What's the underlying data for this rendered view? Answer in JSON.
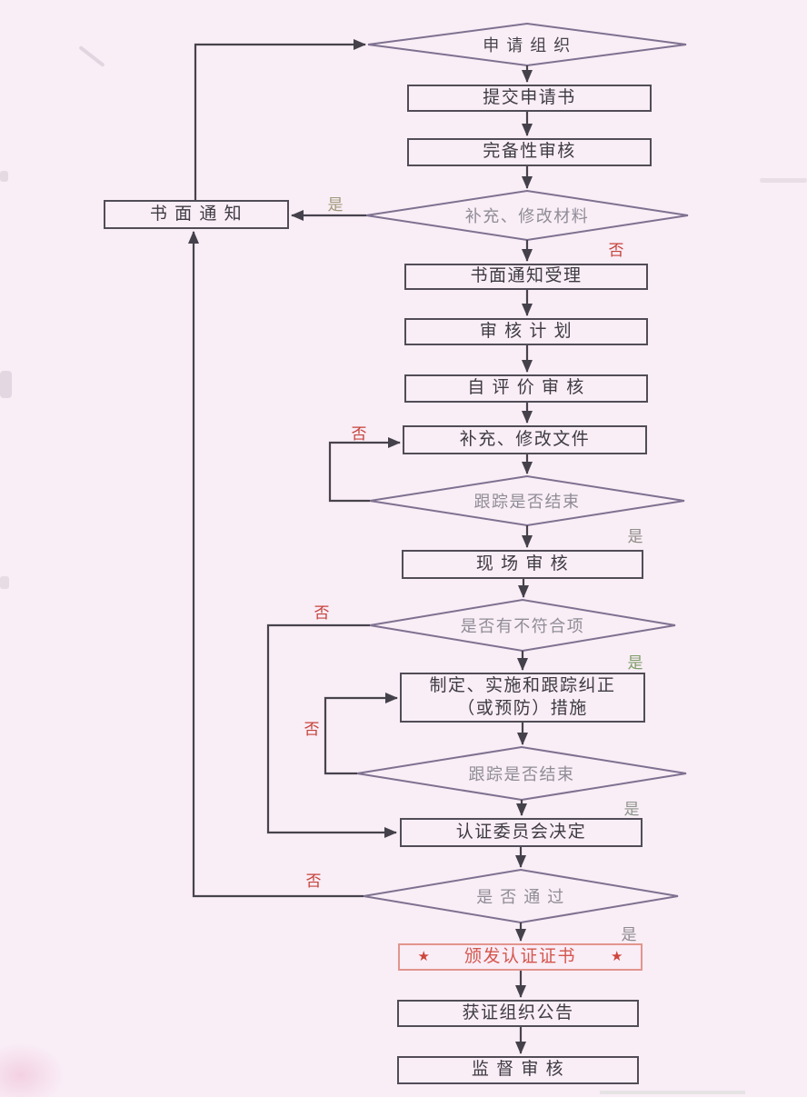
{
  "page": {
    "background": "#f9edf6",
    "connector_color": "#47434d",
    "diamond_border_color": "#7e7190",
    "box_border_color": "#514d57",
    "box_text_color": "#3e3b43",
    "diamond_text_color": "#8f8d96",
    "certificate_border_color": "#e2958d",
    "certificate_text_color": "#d4564c",
    "no_label_color": "#c5443c"
  },
  "nodes": {
    "apply_org": {
      "label": "申 请 组 织"
    },
    "submit_application": {
      "label": "提交申请书"
    },
    "completeness_review": {
      "label": "完备性审核"
    },
    "supplement_materials": {
      "label": "补充、修改材料"
    },
    "written_notice": {
      "label": "书 面 通 知"
    },
    "acceptance_notice": {
      "label": "书面通知受理"
    },
    "audit_plan": {
      "label": "审 核 计 划"
    },
    "self_evaluation_audit": {
      "label": "自 评 价 审 核"
    },
    "supplement_documents": {
      "label": "补充、修改文件"
    },
    "tracking_finished_1": {
      "label": "跟踪是否结束"
    },
    "onsite_audit": {
      "label": "现 场 审 核"
    },
    "nonconformity_check": {
      "label": "是否有不符合项"
    },
    "corrective_measures": {
      "line1": "制定、实施和跟踪纠正",
      "line2": "（或预防）措施"
    },
    "tracking_finished_2": {
      "label": "跟踪是否结束"
    },
    "committee_decision": {
      "label": "认证委员会决定"
    },
    "pass_check": {
      "label": "是 否 通 过"
    },
    "issue_certificate": {
      "label": "颁发认证证书",
      "star": "★"
    },
    "announcement": {
      "label": "获证组织公告"
    },
    "surveillance_audit": {
      "label": "监 督 审 核"
    }
  },
  "edge_labels": {
    "yes_to_notice": {
      "text": "是",
      "color": "#a09878"
    },
    "no_to_acceptance": {
      "text": "否",
      "color": "#c5443c"
    },
    "no_loop_documents": {
      "text": "否",
      "color": "#c5443c"
    },
    "yes_after_tracking1": {
      "text": "是",
      "color": "#8e8d86"
    },
    "no_nonconformity": {
      "text": "否",
      "color": "#c5443c"
    },
    "yes_nonconformity": {
      "text": "是",
      "color": "#7d9d68"
    },
    "no_loop_measures": {
      "text": "否",
      "color": "#c5443c"
    },
    "yes_after_tracking2": {
      "text": "是",
      "color": "#8d948b"
    },
    "no_pass": {
      "text": "否",
      "color": "#c5443c"
    },
    "yes_pass": {
      "text": "是",
      "color": "#8d8b90"
    }
  }
}
